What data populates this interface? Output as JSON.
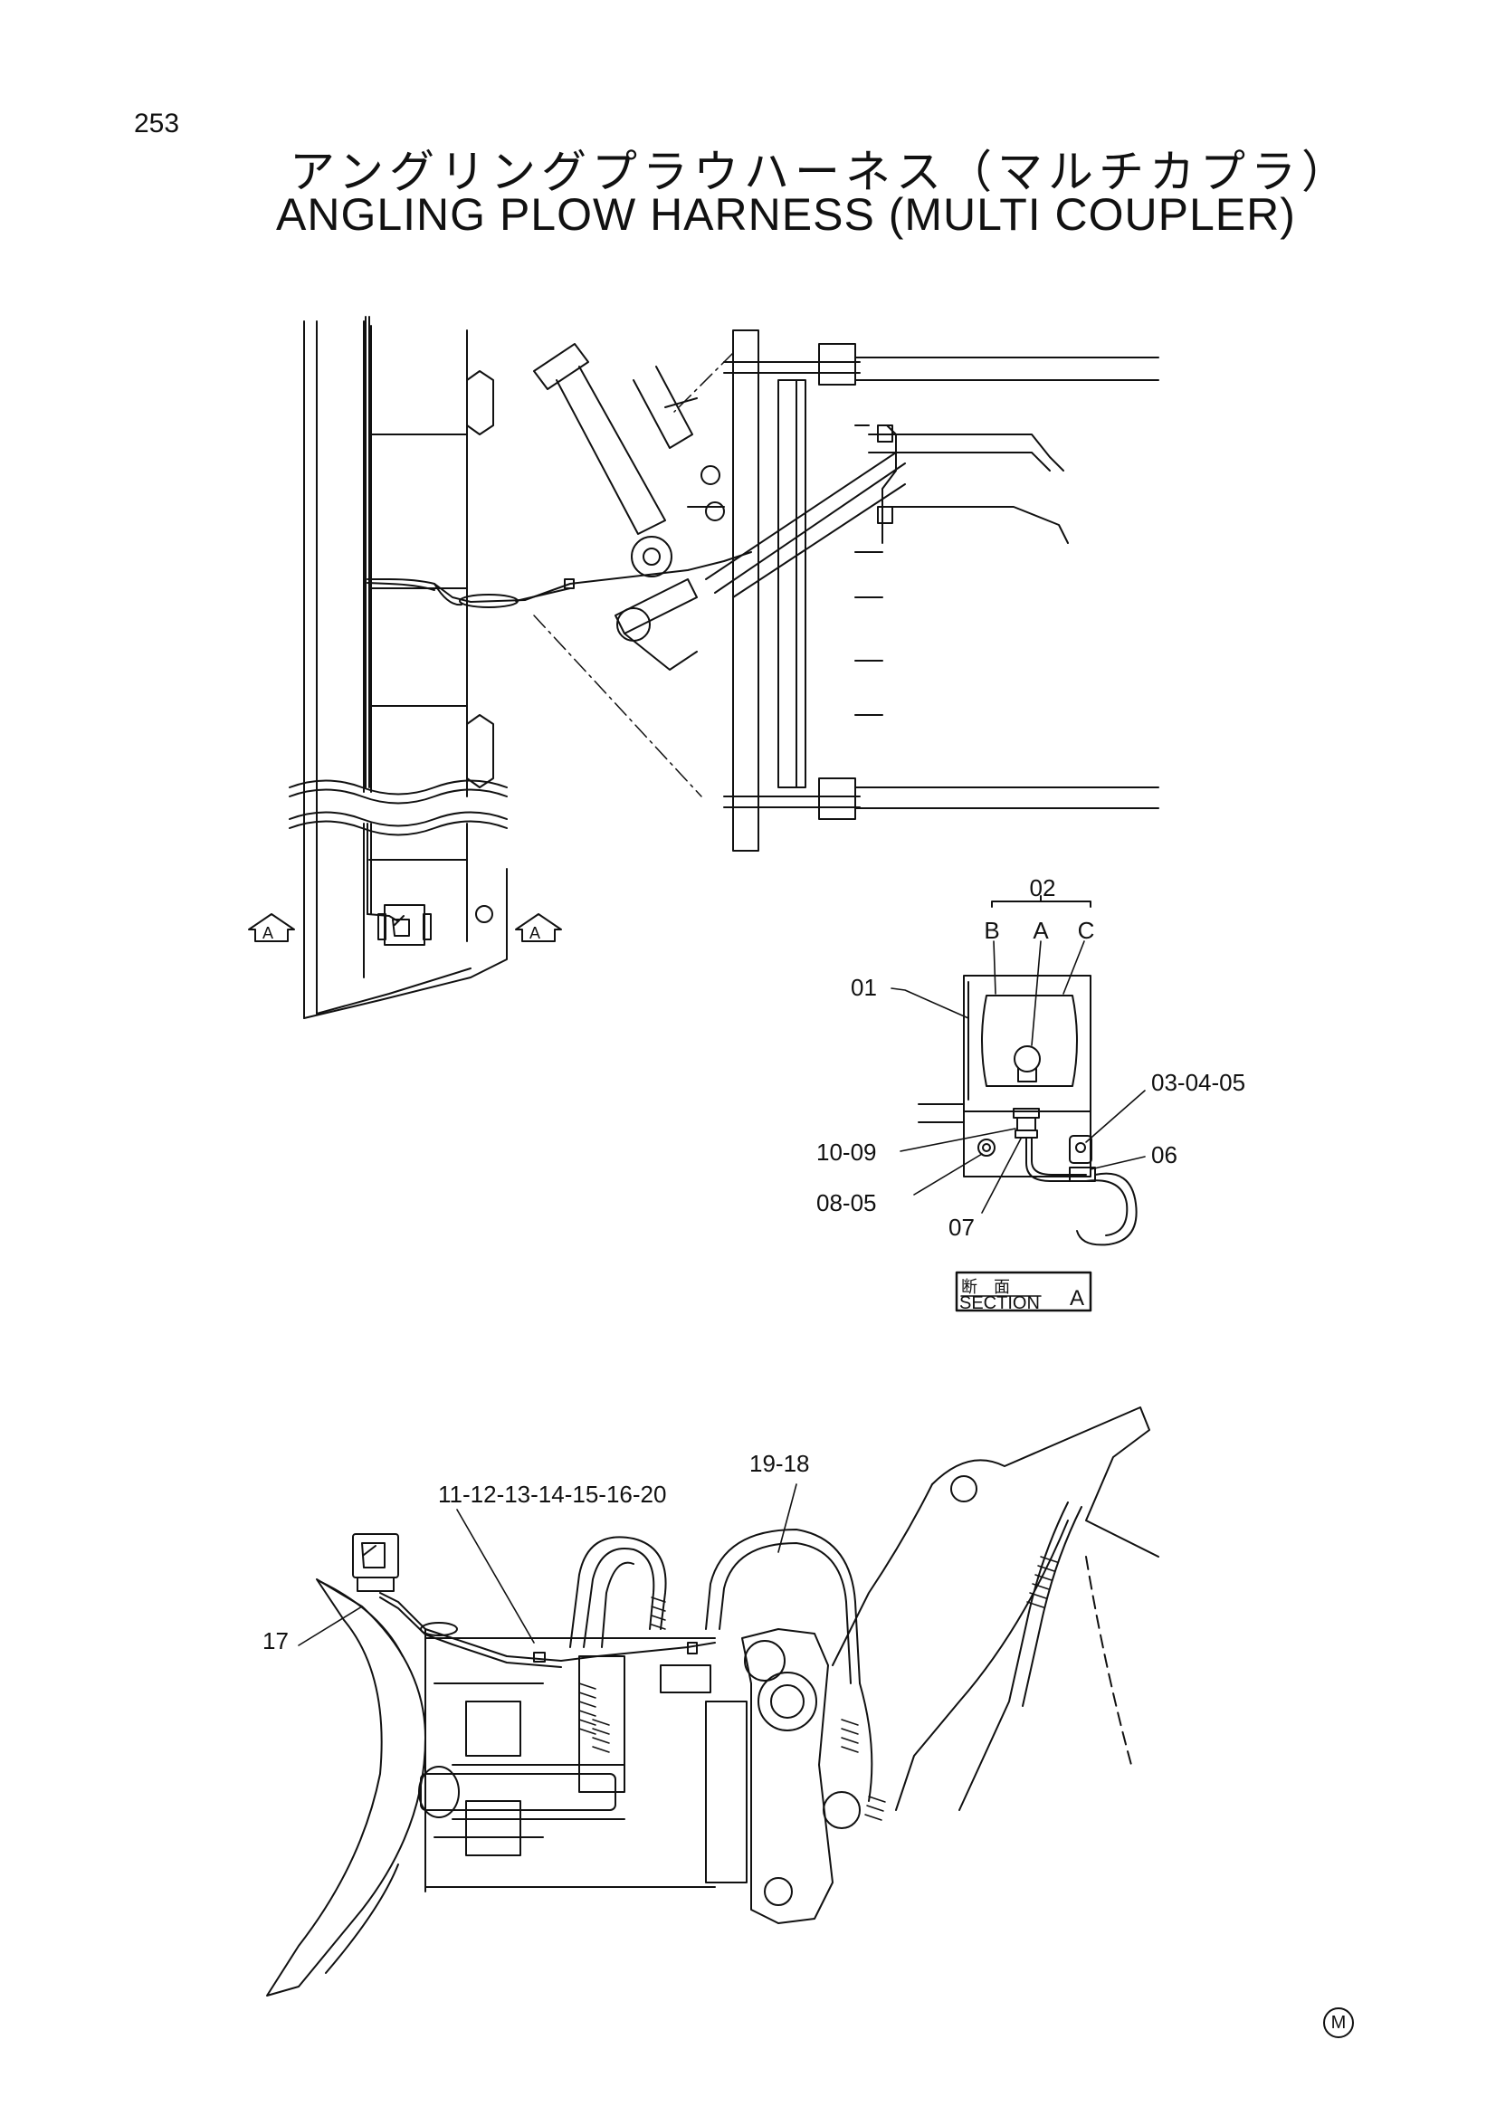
{
  "page_number": "253",
  "title_jp": "アングリングプラウハーネス（マルチカプラ）",
  "title_en": "ANGLING PLOW HARNESS (MULTI COUPLER)",
  "view_markers": {
    "left": "A",
    "right": "A"
  },
  "section_box": {
    "jp": "断　面",
    "en": "SECTION",
    "letter": "A"
  },
  "section_callouts": {
    "p02": "02",
    "b": "B",
    "a": "A",
    "c": "C",
    "p01": "01",
    "p030405": "03-04-05",
    "p1009": "10-09",
    "p06": "06",
    "p0805": "08-05",
    "p07": "07"
  },
  "bottom_callouts": {
    "p1120": "11-12-13-14-15-16-20",
    "p1918": "19-18",
    "p17": "17"
  },
  "corner_mark": "M"
}
